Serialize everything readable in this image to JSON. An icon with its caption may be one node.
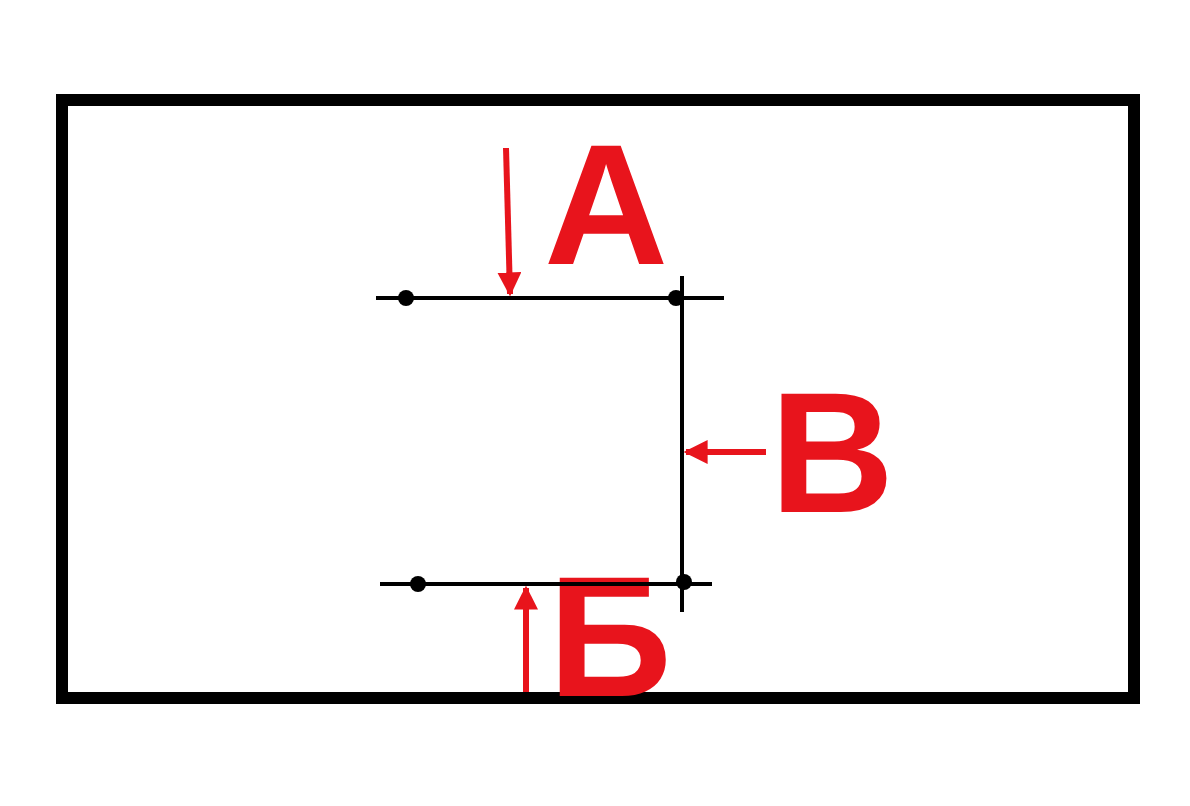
{
  "diagram": {
    "nodes": [
      {
        "text": [
          "А"
        ]
      },
      {
        "text": [],
        "shape": "line"
      },
      {
        "text": [
          "В"
        ]
      },
      {
        "text": [],
        "shape": "line"
      },
      {
        "text": [
          "Б"
        ]
      },
      {
        "text": [],
        "shape": "line"
      }
    ],
    "edges": [
      {
        "from": 0,
        "to": 1,
        "arrow": "to"
      },
      {
        "from": 2,
        "to": 3,
        "arrow": "to"
      },
      {
        "from": 4,
        "to": 5,
        "arrow": "to"
      }
    ]
  }
}
